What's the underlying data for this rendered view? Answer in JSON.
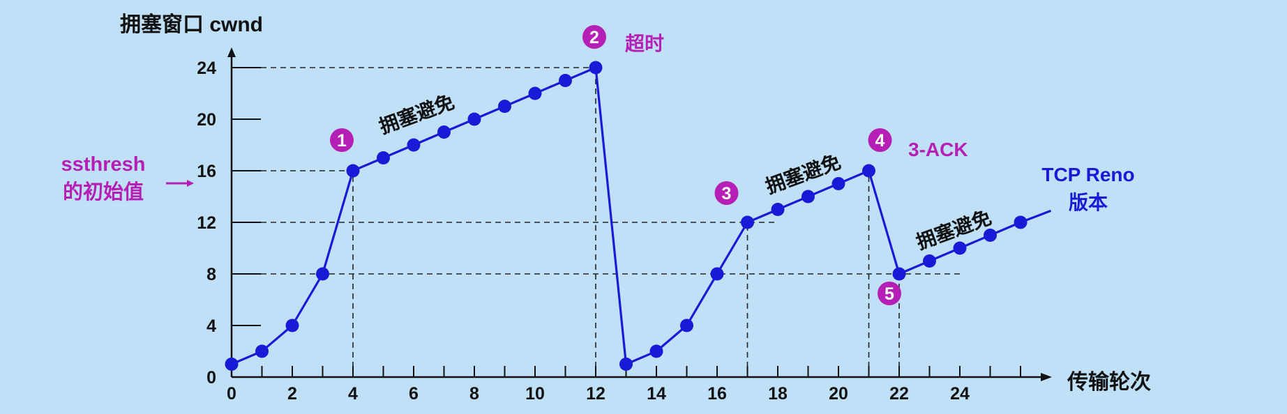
{
  "chart_data": {
    "type": "line",
    "x_axis_label": "传输轮次",
    "y_axis_label": "拥塞窗口 cwnd",
    "xlim": [
      0,
      27
    ],
    "ylim": [
      0,
      26
    ],
    "x_ticks": [
      "0",
      "2",
      "4",
      "6",
      "8",
      "10",
      "12",
      "14",
      "16",
      "18",
      "20",
      "22",
      "24"
    ],
    "y_ticks": [
      "0",
      "4",
      "8",
      "12",
      "16",
      "20",
      "24"
    ],
    "grid": false,
    "series": [
      {
        "color": "#1a1ad6",
        "x": [
          0,
          1,
          2,
          3,
          4,
          5,
          6,
          7,
          8,
          9,
          10,
          11,
          12,
          13,
          14,
          15,
          16,
          17,
          18,
          19,
          20,
          21,
          22,
          23,
          24,
          25,
          26
        ],
        "y": [
          1,
          2,
          4,
          8,
          16,
          17,
          18,
          19,
          20,
          21,
          22,
          23,
          24,
          1,
          2,
          4,
          8,
          12,
          13,
          14,
          15,
          16,
          8,
          9,
          10,
          11,
          12
        ],
        "extension_to": [
          27,
          12.9
        ]
      }
    ],
    "guide_lines": [
      {
        "y": 24,
        "from_x": 0,
        "to_x": 12
      },
      {
        "y": 16,
        "from_x": 0,
        "to_x": 4
      },
      {
        "y": 12,
        "from_x": 0,
        "to_x": 18
      },
      {
        "y": 8,
        "from_x": 0,
        "to_x": 24
      },
      {
        "x": 4,
        "from_y": 0,
        "to_y": 16
      },
      {
        "x": 12,
        "from_y": 0,
        "to_y": 24
      },
      {
        "x": 17,
        "from_y": 0,
        "to_y": 12
      },
      {
        "x": 21,
        "from_y": 0,
        "to_y": 16
      },
      {
        "x": 22,
        "from_y": 0,
        "to_y": 8
      }
    ],
    "annotations": {
      "ssthresh_line1": "ssthresh",
      "ssthresh_line2": "的初始值",
      "timeout": "超时",
      "three_ack": "3-ACK",
      "version_line1": "TCP Reno",
      "version_line2": "版本",
      "ca1": "拥塞避免",
      "ca2": "拥塞避免",
      "ca3": "拥塞避免"
    },
    "markers": [
      "1",
      "2",
      "3",
      "4",
      "5"
    ],
    "colors": {
      "background": "#bfe0f7",
      "line": "#1a1ad6",
      "point": "#1a1ad6",
      "marker": "#b61fb5",
      "annotation": "#b61fb5",
      "version": "#1a1ad6",
      "axis": "#111111"
    }
  }
}
